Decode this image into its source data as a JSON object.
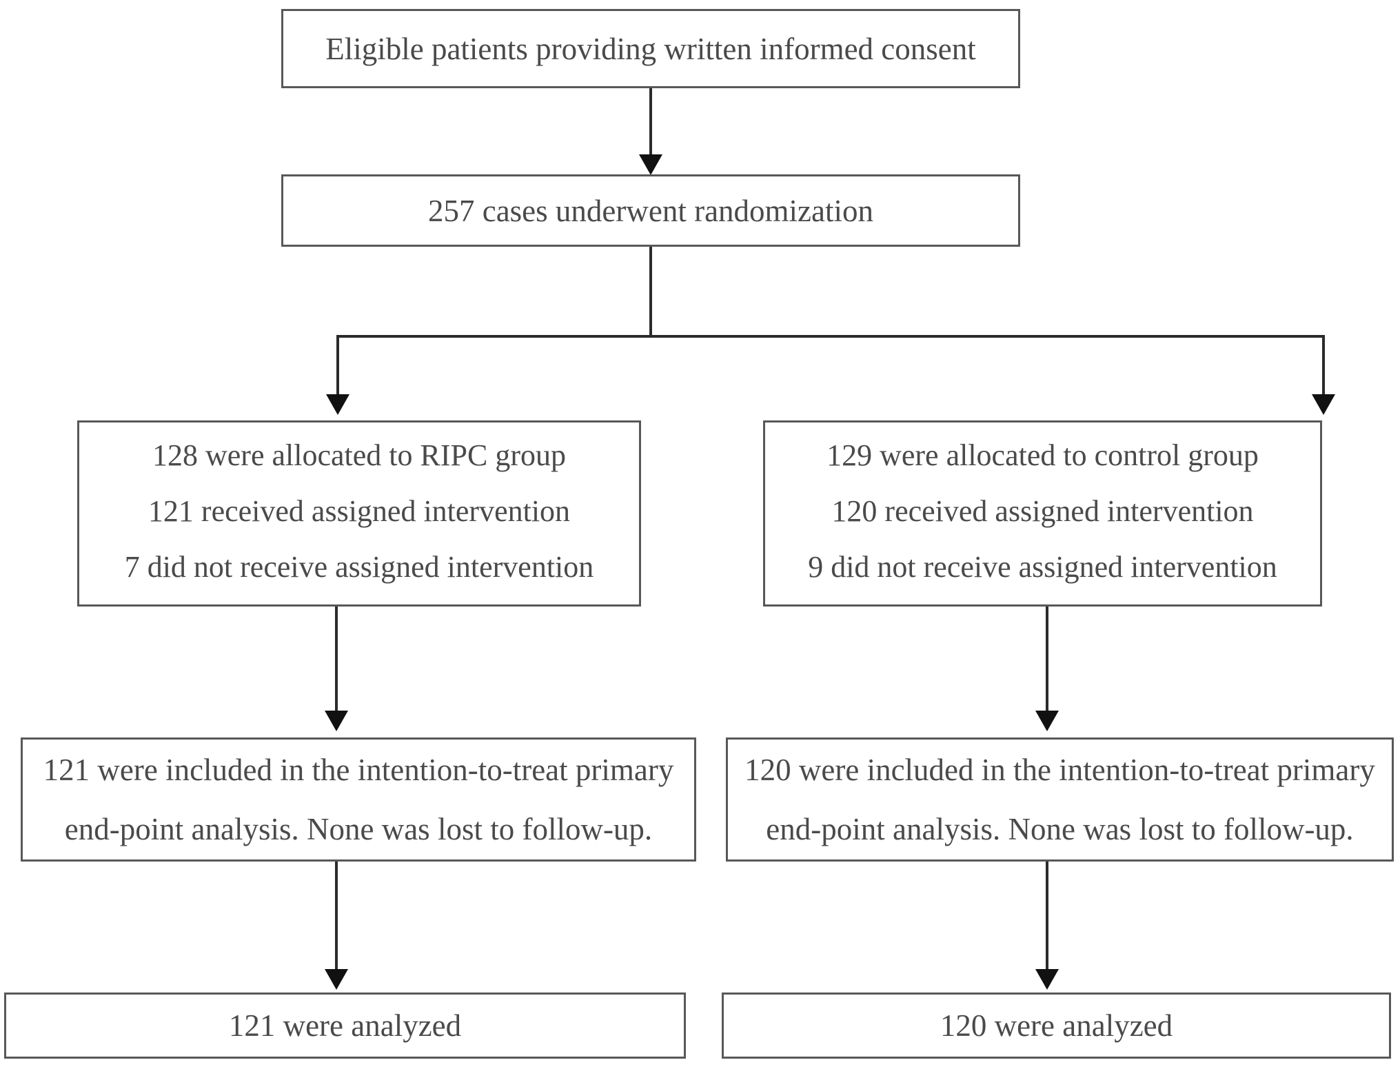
{
  "diagram": {
    "type": "consort-flow-diagram",
    "nodes": {
      "consent": {
        "label": "Eligible patients providing written informed consent"
      },
      "randomization": {
        "label": "257 cases underwent randomization",
        "count": 257
      },
      "allocation_ripc": {
        "line1": "128 were allocated to RIPC group",
        "line2": "121 received assigned intervention",
        "line3": "7 did not  receive  assigned intervention",
        "allocated": 128,
        "received": 121,
        "not_received": 7
      },
      "allocation_control": {
        "line1": "129 were allocated  to control group",
        "line2": "120 received assigned intervention",
        "line3": "9 did not receive  assigned intervention",
        "allocated": 129,
        "received": 120,
        "not_received": 9
      },
      "itt_ripc": {
        "line1": "121 were included in the intention-to-treat primary",
        "line2": "end-point analysis. None was lost to follow-up.",
        "included": 121
      },
      "itt_control": {
        "line1": "120 were included in the intention-to-treat primary",
        "line2": "end-point analysis. None was lost to follow-up.",
        "included": 120
      },
      "analyzed_ripc": {
        "label": "121 were analyzed",
        "count": 121
      },
      "analyzed_control": {
        "label": "120 were analyzed",
        "count": 120
      }
    },
    "colors": {
      "box_border": "#58585a",
      "text": "#4a4a4c",
      "connector": "#2b2b2b",
      "background": "#ffffff"
    }
  }
}
